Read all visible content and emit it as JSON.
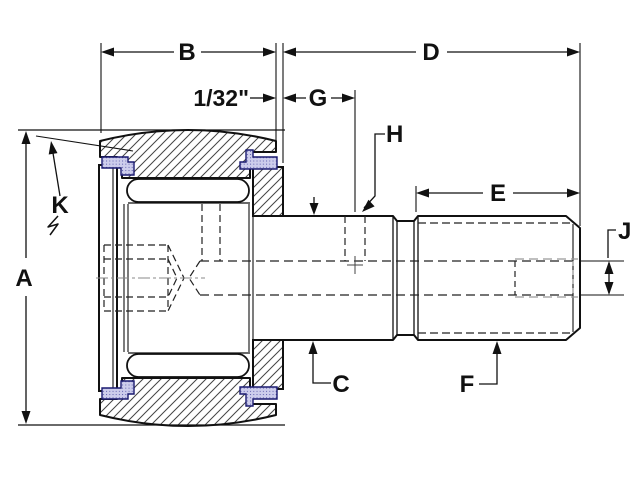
{
  "labels": {
    "a": "A",
    "b": "B",
    "c": "C",
    "d": "D",
    "e": "E",
    "f": "F",
    "g": "G",
    "h": "H",
    "j": "J",
    "k": "K",
    "roller_overhang": "1/32\""
  },
  "colors": {
    "line": "#111111",
    "background": "#ffffff",
    "seal_fill": "#cdcdec",
    "seal_outline": "#1a1a70",
    "hatch": "#444444",
    "centerline": "#888888"
  }
}
